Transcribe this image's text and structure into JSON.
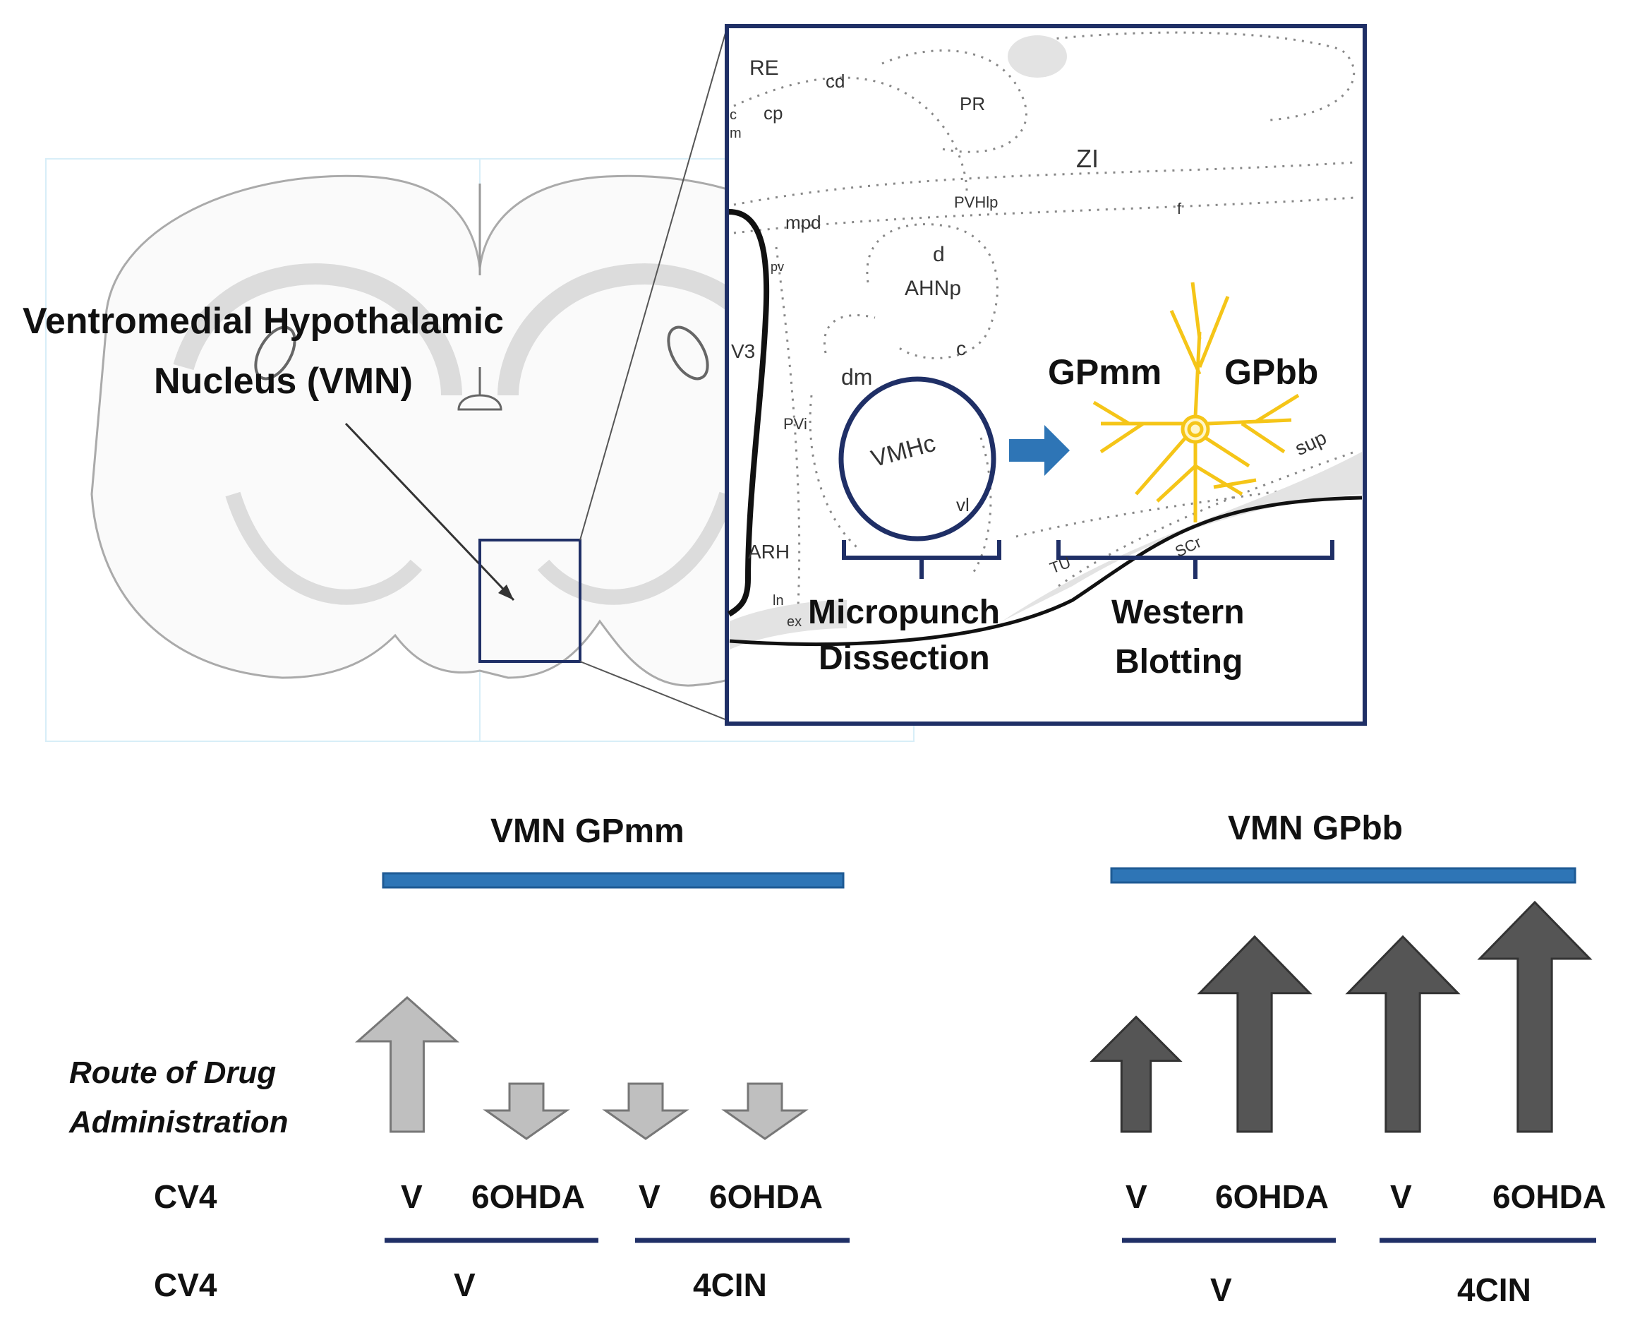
{
  "brain_section": {
    "title_line1": "Ventromedial  Hypothalamic",
    "title_line2": "Nucleus (VMN)"
  },
  "inset": {
    "atlas_labels": [
      "RE",
      "cd",
      "cp",
      "c",
      "m",
      "PR",
      "ZI",
      "PVHlp",
      "f",
      "mpd",
      "d",
      "AHNp",
      "pv",
      "V3",
      "c",
      "dm",
      "PVi",
      "VMHc",
      "vl",
      "ARH",
      "TU",
      "ln",
      "ex",
      "sup",
      "SCr"
    ],
    "gp_left": "GPmm",
    "gp_right": "GPbb",
    "step1_line1": "Micropunch",
    "step1_line2": "Dissection",
    "step2_line1": "Western",
    "step2_line2": "Blotting",
    "neuron_icon": "neuron-icon",
    "colors": {
      "frame": "#1f2f66",
      "neuron": "#f5c518",
      "arrow": "#2e75b6"
    }
  },
  "panels": [
    {
      "title": "VMN GPmm",
      "bar_color": "#2e75b6",
      "arrow_color": "#bfbfbf",
      "row1_labels": [
        "V",
        "6OHDA",
        "V",
        "6OHDA"
      ],
      "row2_labels": [
        "V",
        "4CIN"
      ],
      "arrows": [
        {
          "direction": "up",
          "magnitude": 1.0
        },
        {
          "direction": "down",
          "magnitude": 0.3
        },
        {
          "direction": "down",
          "magnitude": 0.3
        },
        {
          "direction": "down",
          "magnitude": 0.3
        }
      ]
    },
    {
      "title": "VMN GPbb",
      "bar_color": "#2e75b6",
      "arrow_color": "#555555",
      "row1_labels": [
        "V",
        "6OHDA",
        "V",
        "6OHDA"
      ],
      "row2_labels": [
        "V",
        "4CIN"
      ],
      "arrows": [
        {
          "direction": "up",
          "magnitude": 0.5
        },
        {
          "direction": "up",
          "magnitude": 0.85
        },
        {
          "direction": "up",
          "magnitude": 0.85
        },
        {
          "direction": "up",
          "magnitude": 1.0
        }
      ]
    }
  ],
  "row_labels": {
    "route_line1": "Route of Drug",
    "route_line2": "Administration",
    "row1": "CV4",
    "row2": "CV4"
  }
}
